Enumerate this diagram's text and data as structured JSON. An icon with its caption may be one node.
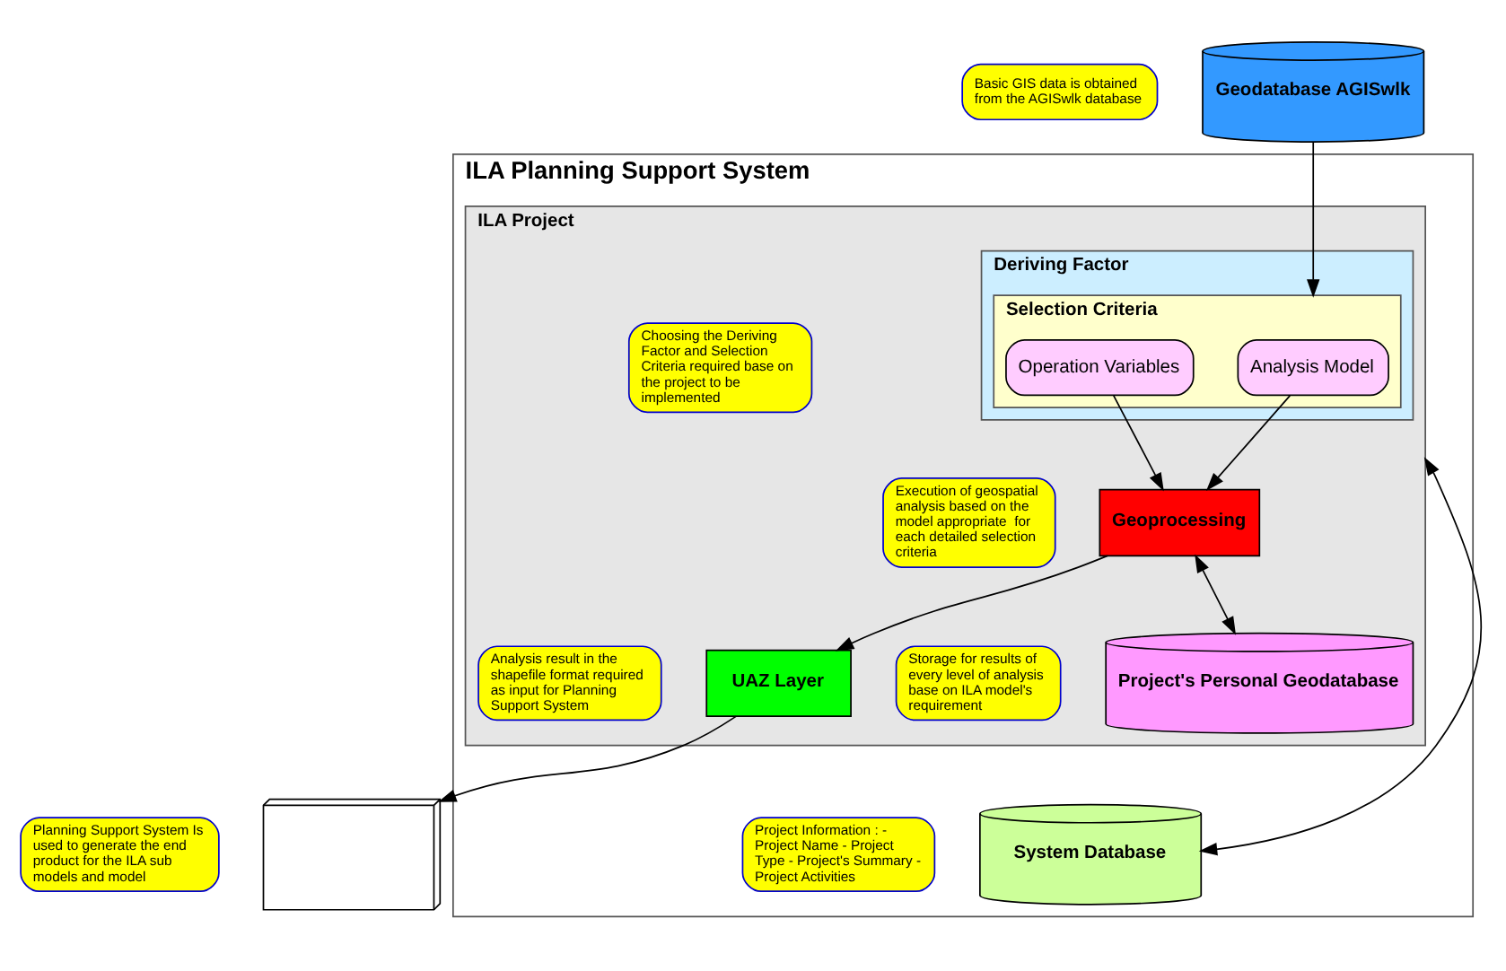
{
  "diagram": {
    "nodes": [
      {
        "text": [
          "ILA Planning Support System"
        ]
      },
      {
        "text": [
          "ILA Project"
        ],
        "in": 0
      },
      {
        "text": [
          "Deriving Factor"
        ],
        "in": 1
      },
      {
        "text": [
          "Selection Criteria"
        ],
        "in": 2
      },
      {
        "text": [
          "Analysis Model"
        ],
        "in": 3
      },
      {
        "text": [
          "Operation Variables"
        ],
        "in": 3
      },
      {
        "text": [
          "Execution of geospatial analysis based on the model appropriate  for each detailed selection criteria"
        ],
        "in": 1
      },
      {
        "text": [
          "Geoprocessing"
        ],
        "in": 1
      },
      {
        "text": [
          "Storage for results of every level of analysis base on ILA model's requirement"
        ],
        "in": 1
      },
      {
        "text": [
          "Project's Personal Geodatabase"
        ],
        "in": 1
      },
      {
        "text": [
          "Choosing the Deriving Factor and Selection Criteria required base on the project to be implemented"
        ],
        "in": 1
      },
      {
        "text": [
          "UAZ Layer"
        ],
        "in": 1
      },
      {
        "text": [
          "Analysis result in the shapefile format required as input for Planning Support System"
        ],
        "in": 1
      },
      {
        "text": [
          "System Database"
        ],
        "in": 0
      },
      {
        "text": [
          "Project Information : - Project Name - Project Type - Project's Summary - Project Activities"
        ],
        "in": 0
      },
      {
        "text": [
          "Basic GIS data is obtained from the AGISwlk database"
        ]
      },
      {
        "text": [
          "Geodatabase AGISwlk"
        ]
      },
      {
        "text": [],
        "shape": "box"
      },
      {
        "text": [
          "Planning Support System Is used to generate the end product for the ILA sub models and model"
        ]
      }
    ],
    "edges": [
      {
        "from": 16,
        "to": 3,
        "arrow": "to"
      },
      {
        "from": 4,
        "to": 7,
        "arrow": "to"
      },
      {
        "from": 5,
        "to": 7,
        "arrow": "to"
      },
      {
        "from": 7,
        "to": 9,
        "arrow": "both"
      },
      {
        "from": 7,
        "to": 11,
        "arrow": "to"
      },
      {
        "from": 1,
        "to": 13,
        "arrow": "both"
      },
      {
        "from": 11,
        "to": 17,
        "arrow": "to"
      }
    ]
  }
}
